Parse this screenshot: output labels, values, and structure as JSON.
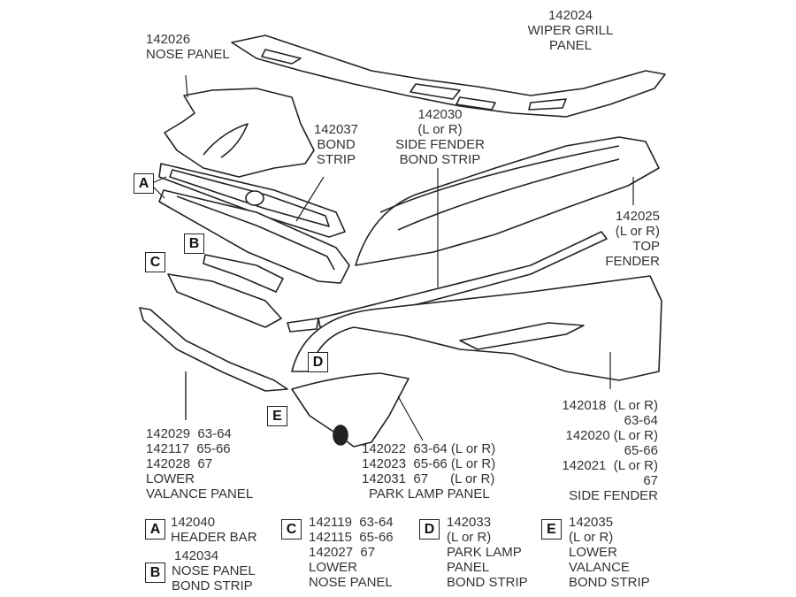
{
  "labels": {
    "nose_panel": [
      "142026",
      "NOSE PANEL"
    ],
    "wiper_grill_panel": [
      "142024",
      "WIPER GRILL",
      "PANEL"
    ],
    "bond_strip": [
      "142037",
      "BOND",
      "STRIP"
    ],
    "side_fender_bond_strip": [
      "142030",
      "(L or R)",
      "SIDE FENDER",
      "BOND STRIP"
    ],
    "top_fender": [
      "142025",
      "(L or R)",
      "TOP",
      "FENDER"
    ],
    "lower_valance_panel": [
      "142029  63-64",
      "142117  65-66",
      "142028  67",
      "LOWER",
      "VALANCE PANEL"
    ],
    "park_lamp_panel": [
      "142022  63-64 (L or R)",
      "142023  65-66 (L or R)",
      "142031  67      (L or R)",
      "PARK LAMP PANEL"
    ],
    "side_fender": [
      "142018  (L or R)",
      "63-64",
      "142020 (L or R)",
      "65-66",
      "142021  (L or R)",
      "67",
      "SIDE FENDER"
    ]
  },
  "callouts": {
    "a": "A",
    "b": "B",
    "c": "C",
    "d": "D",
    "e": "E"
  },
  "legend": [
    {
      "letter": "A",
      "lines": [
        "142040",
        "HEADER BAR"
      ]
    },
    {
      "letter": "B",
      "lines": [
        "142034",
        "NOSE PANEL",
        "BOND STRIP"
      ]
    },
    {
      "letter": "C",
      "lines": [
        "142119  63-64",
        "142115  65-66",
        "142027  67",
        "LOWER",
        "NOSE PANEL"
      ]
    },
    {
      "letter": "D",
      "lines": [
        "142033",
        "(L or R)",
        "PARK LAMP",
        "PANEL",
        "BOND STRIP"
      ]
    },
    {
      "letter": "E",
      "lines": [
        "142035",
        "(L or R)",
        "LOWER",
        "VALANCE",
        "BOND STRIP"
      ]
    }
  ]
}
